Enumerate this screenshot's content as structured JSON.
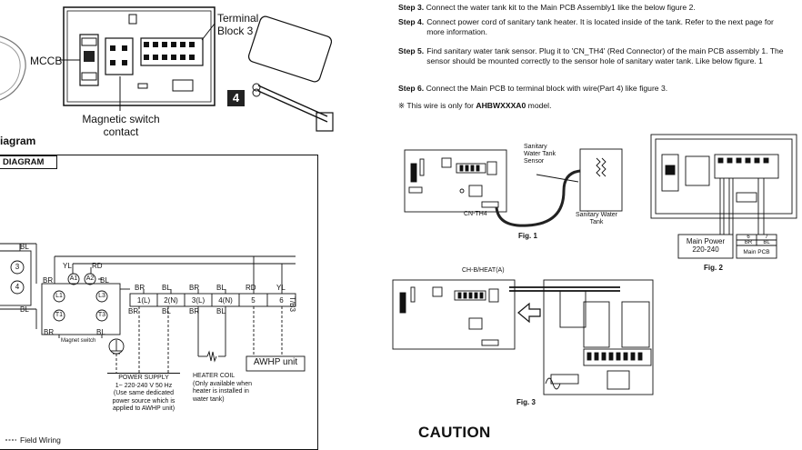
{
  "left": {
    "top_labels": {
      "mccb": "MCCB",
      "terminal_block": "Terminal Block 3",
      "magnetic_switch": "Magnetic switch contact",
      "part_number": "4"
    },
    "section_title_fragment": "iagram",
    "box_title_fragment": "DIAGRAM",
    "wire_labels": {
      "bl_left_top": "BL",
      "bl_left_bottom": "BL",
      "yl": "YL",
      "rd": "RD",
      "br": "BR",
      "bl_a2": "BL",
      "br_bottom": "BR",
      "bl_bottom": "BL"
    },
    "contacts": [
      "A1",
      "A2",
      "L1",
      "L3",
      "T1",
      "T3"
    ],
    "left_circles": [
      "3",
      "4"
    ],
    "magnetic_switch_small": "Magnet switch",
    "terminal_colors_top": [
      "BR",
      "BL",
      "BR",
      "BL",
      "RD",
      "YL"
    ],
    "terminals": [
      "1(L)",
      "2(N)",
      "3(L)",
      "4(N)",
      "5",
      "6"
    ],
    "terminal_colors_bottom": [
      "BR",
      "BL",
      "BR",
      "BL"
    ],
    "tb_label": "T/B3",
    "power_supply": {
      "title": "POWER SUPPLY",
      "line1": "1~ 220-240 V 50 Hz",
      "line2": "(Use same dedicated",
      "line3": "power source which is",
      "line4": "applied to AWHP unit)"
    },
    "heater_coil": {
      "title": "HEATER COIL",
      "line1": "(Only available when",
      "line2": "heater is installed in",
      "line3": "water tank)"
    },
    "awhp_unit": "AWHP unit",
    "field_wiring": "Field Wiring"
  },
  "right": {
    "steps": [
      {
        "label": "Step 3.",
        "text": "Connect the water tank kit to the Main PCB Assembly1 like the below figure 2."
      },
      {
        "label": "Step 4.",
        "text": "Connect power cord of sanitary tank heater. It is located inside of the tank. Refer to the next page for more information."
      },
      {
        "label": "Step 5.",
        "text": "Find sanitary water tank sensor. Plug it to 'CN_TH4' (Red Connector) of the main PCB assembly 1. The sensor should be mounted correctly to the sensor hole of sanitary water tank. Like below figure. 1"
      },
      {
        "label": "Step 6.",
        "text": "Connect the Main PCB to terminal block with wire(Part 4) like figure 3."
      }
    ],
    "note_prefix": "※ This wire is only for ",
    "note_model": "AHBWXXXA0",
    "note_suffix": " model.",
    "fig1": {
      "caption": "Fig. 1",
      "sensor_label_1": "Sanitary",
      "sensor_label_2": "Water Tank",
      "sensor_label_3": "Sensor",
      "connector": "CN-TH4",
      "tank_label_1": "Sanitary Water",
      "tank_label_2": "Tank"
    },
    "fig2": {
      "caption": "Fig. 2",
      "main_power": "Main Power",
      "voltage": "220-240",
      "pin6": "6",
      "pin7": "7",
      "br": "BR",
      "bl": "BL",
      "main_pcb": "Main PCB"
    },
    "fig3": {
      "caption": "Fig. 3",
      "connector": "CH-B/HEAT(A)"
    },
    "caution": "CAUTION"
  }
}
